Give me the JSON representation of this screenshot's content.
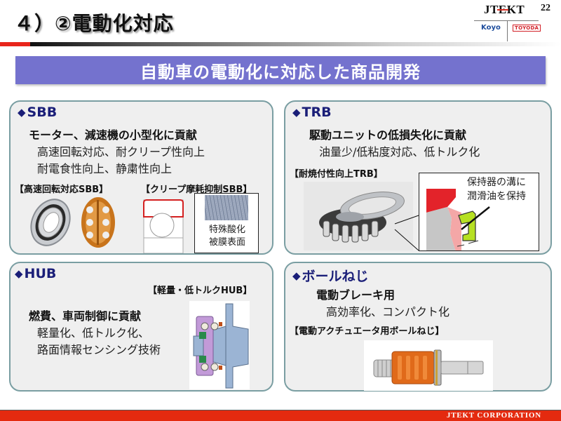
{
  "header": {
    "title": "４）②電動化対応",
    "page_number": "22",
    "logo": {
      "brand": "JTEKT",
      "sub_left": "Koyo",
      "sub_right": "TOYODA"
    }
  },
  "banner": {
    "text": "自動車の電動化に対応した商品開発"
  },
  "panels": {
    "sbb": {
      "title": "SBB",
      "headline": "モーター、減速機の小型化に貢献",
      "details": [
        "高速回転対応、耐クリープ性向上",
        "耐電食性向上、静粛性向上"
      ],
      "captions": [
        "【高速回転対応SBB】",
        "【クリープ摩耗抑制SBB】"
      ],
      "image_labels": [
        "特殊酸化",
        "被膜表面"
      ]
    },
    "trb": {
      "title": "TRB",
      "headline": "駆動ユニットの低損失化に貢献",
      "details": [
        "油量少/低粘度対応、低トルク化"
      ],
      "caption": "【耐焼付性向上TRB】",
      "callout": [
        "保持器の溝に",
        "潤滑油を保持"
      ]
    },
    "hub": {
      "title": "HUB",
      "caption": "【軽量・低トルクHUB】",
      "headline": "燃費、車両制御に貢献",
      "details": [
        "軽量化、低トルク化、",
        "路面情報センシング技術"
      ]
    },
    "ballscrew": {
      "title": "ボールねじ",
      "headline": "電動ブレーキ用",
      "details": [
        "高効率化、コンパクト化"
      ],
      "caption": "【電動アクチュエータ用ボールねじ】"
    }
  },
  "footer": {
    "company": "JTEKT  CORPORATION"
  },
  "colors": {
    "banner": "#7472ce",
    "panel_border": "#7a9ea2",
    "panel_bg": "#efefef",
    "title_navy": "#1a1e78",
    "footer_red": "#e42a0f",
    "accent_red": "#e8251b"
  }
}
